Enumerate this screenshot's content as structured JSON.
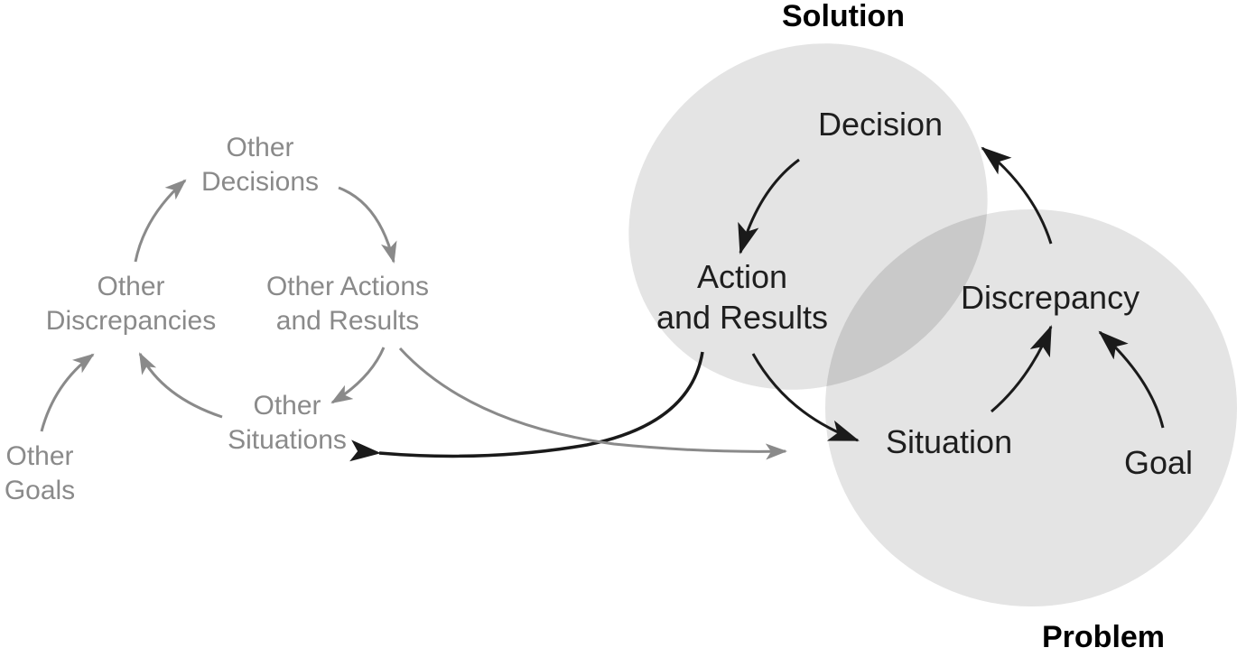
{
  "headings": {
    "solution": "Solution",
    "problem": "Problem"
  },
  "main_nodes": {
    "decision": "Decision",
    "action_line1": "Action",
    "action_line2": "and Results",
    "discrepancy": "Discrepancy",
    "situation": "Situation",
    "goal": "Goal"
  },
  "other_nodes": {
    "decisions_line1": "Other",
    "decisions_line2": "Decisions",
    "discrepancies_line1": "Other",
    "discrepancies_line2": "Discrepancies",
    "actions_line1": "Other Actions",
    "actions_line2": "and Results",
    "situations_line1": "Other",
    "situations_line2": "Situations",
    "goals_line1": "Other",
    "goals_line2": "Goals"
  },
  "colors": {
    "region_fill": "#e4e4e4",
    "overlap_fill": "#c9c9c9",
    "main_arrow": "#1a1a1a",
    "other_arrow": "#8a8a8a"
  }
}
